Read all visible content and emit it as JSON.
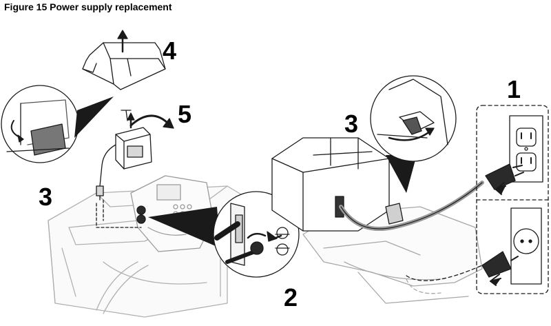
{
  "figure": {
    "title": "Figure 15  Power supply replacement"
  },
  "callouts": {
    "step1": "1",
    "step2": "2",
    "step3_left": "3",
    "step3_right": "3",
    "step4": "4",
    "step5": "5"
  },
  "colors": {
    "line": "#1a1a1a",
    "fill": "#ffffff",
    "shade": "#d8d8d8",
    "dark": "#2a2a2a",
    "cable": "#9a9a9a"
  }
}
